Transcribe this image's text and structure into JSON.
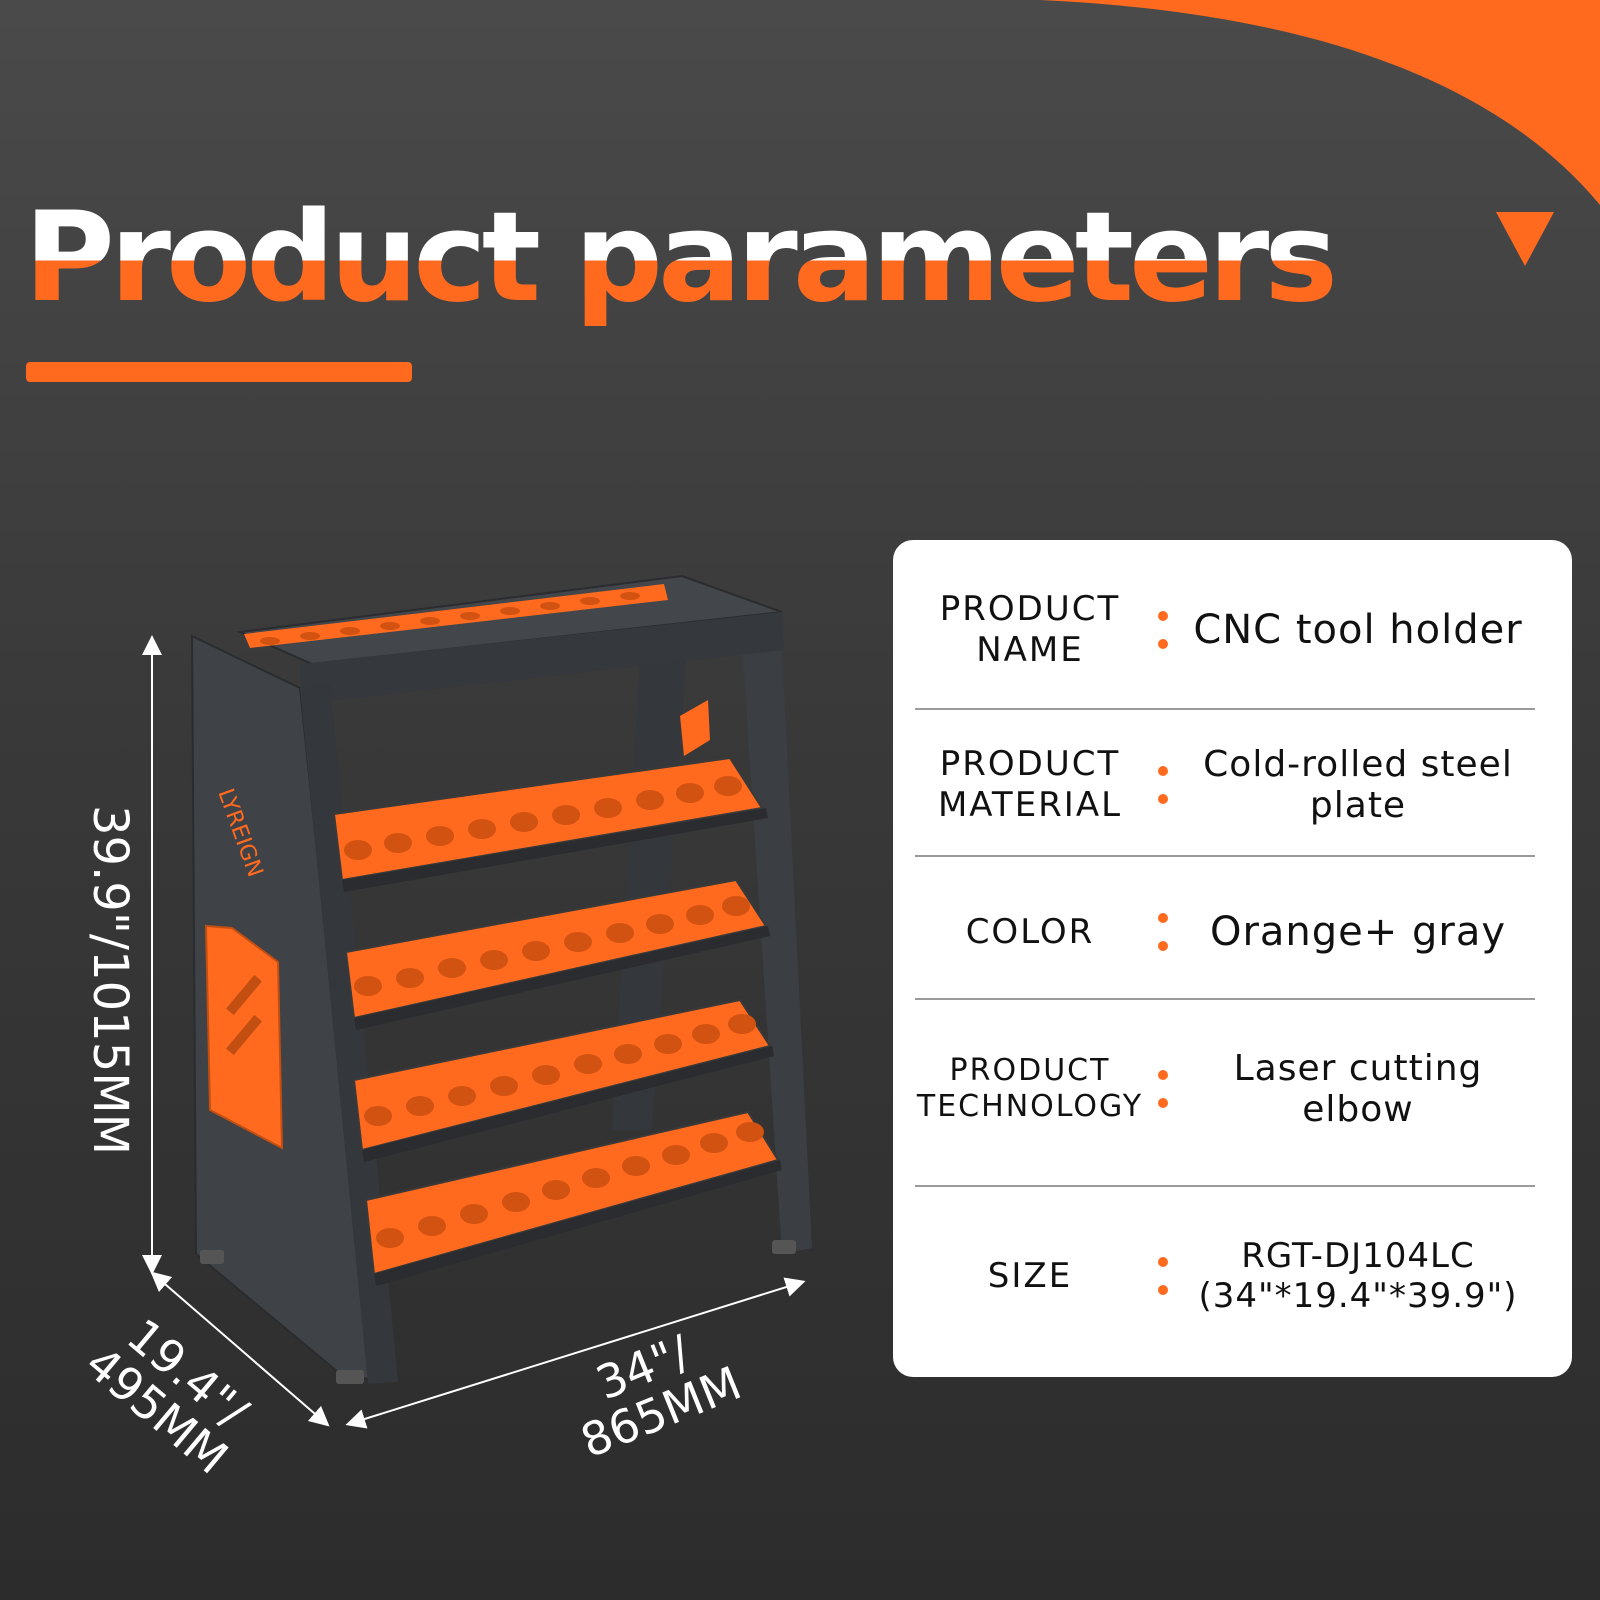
{
  "page": {
    "title": "Product parameters",
    "accent_color": "#ff6a1f",
    "background_color": "#3a3a3a",
    "corner_icon": "down-triangle-icon"
  },
  "product_image": {
    "description_icon": "cnc-tool-rack-image",
    "brand": "LYREIGN",
    "rows_of_sockets": 4,
    "top_row_sockets": 10
  },
  "dimensions": {
    "height": "39.9\"/1015MM",
    "depth_line1": "19.4\"/",
    "depth_line2": "495MM",
    "width_line1": "34\"/",
    "width_line2": "865MM"
  },
  "specs": [
    {
      "label_lines": [
        "PRODUCT",
        "NAME"
      ],
      "value_lines": [
        "CNC tool holder"
      ]
    },
    {
      "label_lines": [
        "PRODUCT",
        "MATERIAL"
      ],
      "value_lines": [
        "Cold-rolled steel plate"
      ]
    },
    {
      "label_lines": [
        "COLOR"
      ],
      "value_lines": [
        "Orange+ gray"
      ]
    },
    {
      "label_lines": [
        "PRODUCT",
        "TECHNOLOGY"
      ],
      "value_lines": [
        "Laser cutting elbow"
      ]
    },
    {
      "label_lines": [
        "SIZE"
      ],
      "value_lines": [
        "RGT-DJ104LC",
        "(34\"*19.4\"*39.9\")"
      ]
    }
  ]
}
